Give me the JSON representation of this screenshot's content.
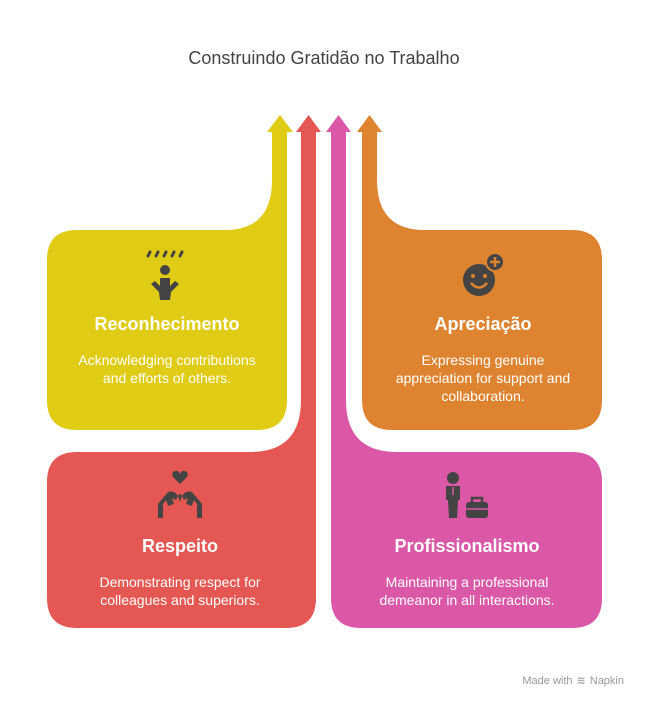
{
  "title": "Construindo Gratidão no Trabalho",
  "colors": {
    "yellow": "#E0CB15",
    "red": "#E45752",
    "pink": "#DB57A7",
    "orange": "#DE8431",
    "icon": "#444444"
  },
  "cards": [
    {
      "title": "Reconhecimento",
      "description": "Acknowledging contributions and efforts of others.",
      "icon": "person-applause-icon"
    },
    {
      "title": "Apreciação",
      "description": "Expressing genuine appreciation for support and collaboration.",
      "icon": "smiley-plus-icon"
    },
    {
      "title": "Respeito",
      "description": "Demonstrating respect for colleagues and superiors.",
      "icon": "hands-heart-icon"
    },
    {
      "title": "Profissionalismo",
      "description": "Maintaining a professional demeanor in all interactions.",
      "icon": "businessperson-briefcase-icon"
    }
  ],
  "footer": {
    "made_with": "Made with",
    "brand": "Napkin"
  }
}
